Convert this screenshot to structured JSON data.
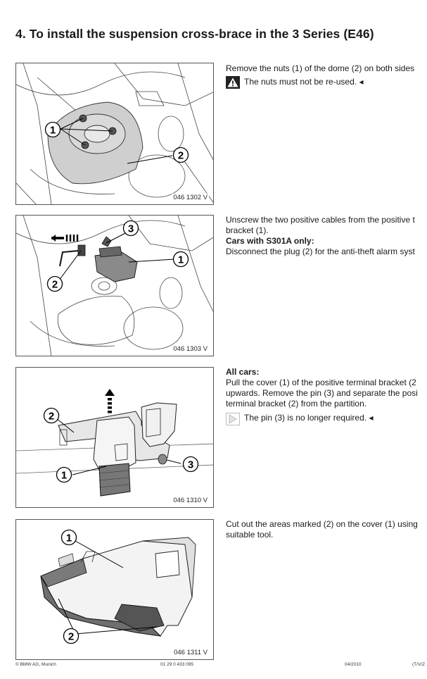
{
  "heading": "4. To install the suspension cross-brace in the 3 Series (E46)",
  "steps": [
    {
      "figure_id": "046 1302 V",
      "callouts": [
        "1",
        "2"
      ],
      "text_lines": [
        "Remove the nuts (1) of the dome (2) on both sides"
      ],
      "warning": "The nuts must not be re-used."
    },
    {
      "figure_id": "046 1303 V",
      "callouts": [
        "3",
        "1",
        "2"
      ],
      "text_lines": [
        "Unscrew the two positive cables from the positive t",
        "bracket (1)."
      ],
      "subheading": "Cars with S301A only:",
      "text_lines_2": [
        "Disconnect the plug (2) for the anti-theft alarm syst"
      ]
    },
    {
      "figure_id": "046 1310 V",
      "callouts": [
        "2",
        "3",
        "1"
      ],
      "subheading": "All cars:",
      "text_lines": [
        "Pull the cover (1) of the positive terminal bracket (2",
        "upwards. Remove the pin (3) and separate the posi",
        "terminal bracket (2) from the partition."
      ],
      "info": "The pin (3) is no longer required."
    },
    {
      "figure_id": "046 1311 V",
      "callouts": [
        "1",
        "2"
      ],
      "text_lines": [
        "Cut out the areas marked (2) on the cover (1) using",
        "suitable tool."
      ]
    }
  ],
  "footer": {
    "copyright": "© BMW AG, Munich",
    "part_number": "01 29 0 433 095",
    "date": "04/2010",
    "code": "(T/V/Z"
  },
  "end_marker": "◂"
}
